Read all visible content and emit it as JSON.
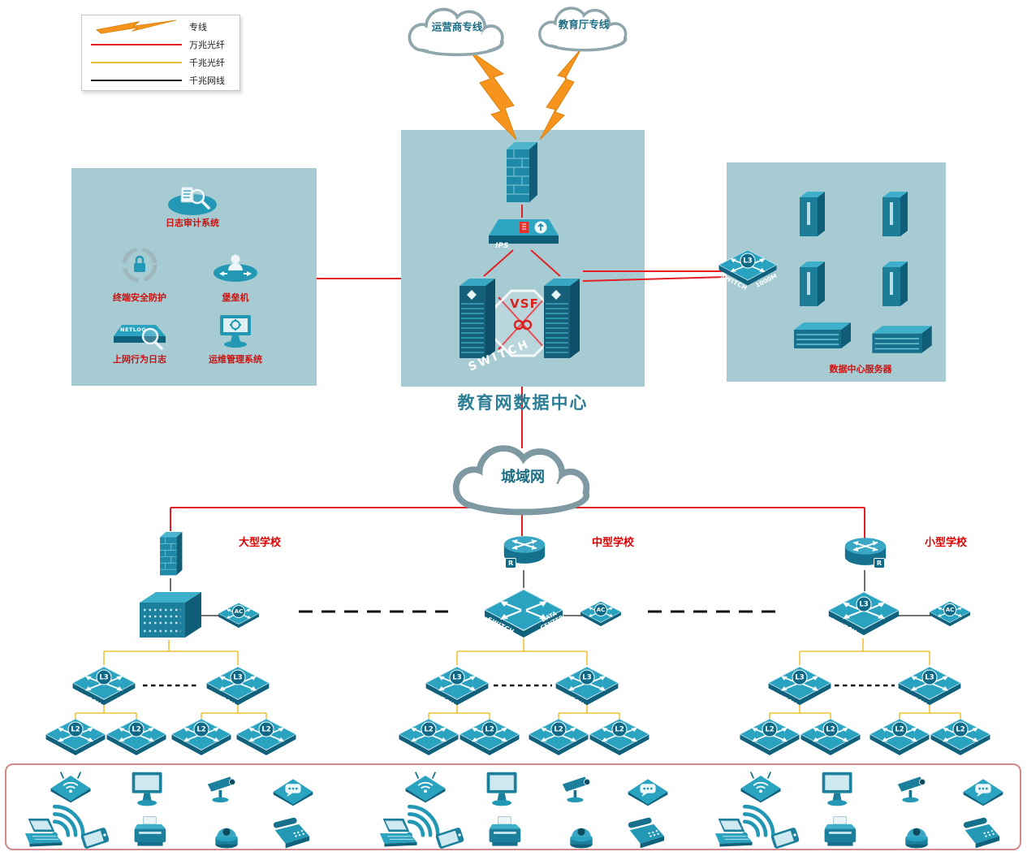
{
  "legend": {
    "items": [
      {
        "label": "专线"
      },
      {
        "label": "万兆光纤"
      },
      {
        "label": "千兆光纤"
      },
      {
        "label": "千兆网线"
      }
    ]
  },
  "clouds": {
    "operator": "运营商专线",
    "education": "教育厅专线",
    "man": "城域网"
  },
  "datacenter": {
    "title": "教育网数据中心",
    "vsf": "VSF",
    "ips": "IPS",
    "switch": "SWITCH"
  },
  "security_panel": {
    "log_audit": "日志审计系统",
    "terminal": "终端安全防护",
    "bastion": "堡垒机",
    "netlog": "上网行为日志",
    "netlog_tag": "NETLOG",
    "ops": "运维管理系统"
  },
  "server_panel": {
    "label": "数据中心服务器"
  },
  "schools": {
    "large": "大型学校",
    "medium": "中型学校",
    "small": "小型学校"
  },
  "labels": {
    "switch": "SWITCH",
    "m1000": "1000M",
    "l3": "L3",
    "l2": "L2",
    "ac": "AC",
    "r": "R",
    "data1": "DATA",
    "data2": "CENTER"
  },
  "colors": {
    "line_dedicated": "#f7941d",
    "line_10g_fiber": "#e31e24",
    "line_1g_fiber": "#efc13b",
    "line_1g_cable": "#1a1a1a",
    "panel_bg": "#a6cbd2",
    "device_teal": "#1f8aa8",
    "label_red": "#cc1111"
  },
  "edge_devices": [
    "wireless-ap",
    "wifi-signal",
    "laptop",
    "smartphone",
    "monitor",
    "printer",
    "ip-camera",
    "dome-camera",
    "im-chat",
    "desk-phone"
  ]
}
